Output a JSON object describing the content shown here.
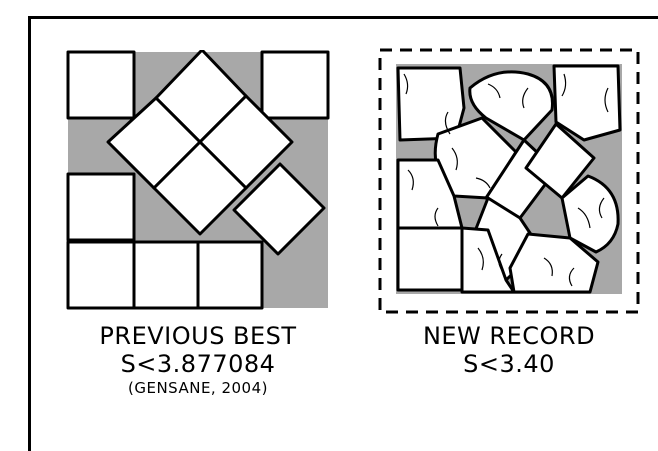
{
  "left": {
    "title": "PREVIOUS BEST",
    "value": "S<3.877084",
    "citation": "(GENSANE, 2004)"
  },
  "right": {
    "title": "NEW RECORD",
    "value": "S<3.40"
  },
  "colors": {
    "outline": "#000000",
    "container_fill": "#a8a8a8",
    "square_fill": "#ffffff"
  }
}
